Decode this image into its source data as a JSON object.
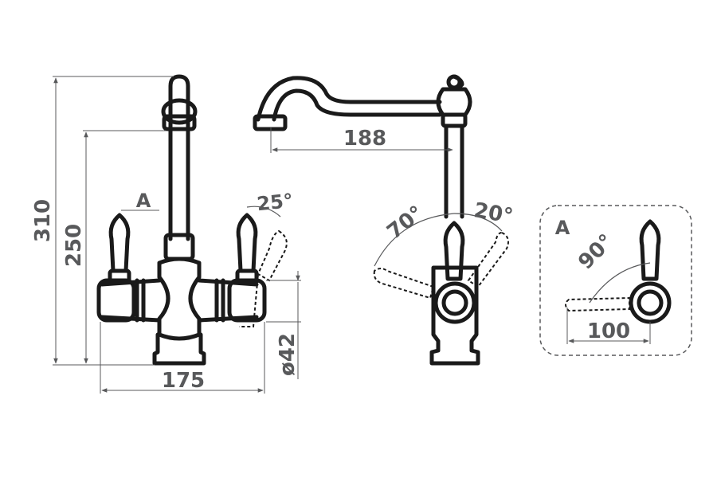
{
  "labels": {
    "height_total": "310",
    "height_spout": "250",
    "width_base": "175",
    "diameter": "ø42",
    "spout_reach": "188",
    "handle_angle_side": "25°",
    "handle_angle_back": "70°",
    "handle_angle_fwd": "20°",
    "detail_marker": "A",
    "detail_title": "A",
    "detail_angle": "90°",
    "detail_width": "100"
  },
  "colors": {
    "line": "#1a1a1a",
    "dimension": "#58595b",
    "background": "#ffffff"
  }
}
